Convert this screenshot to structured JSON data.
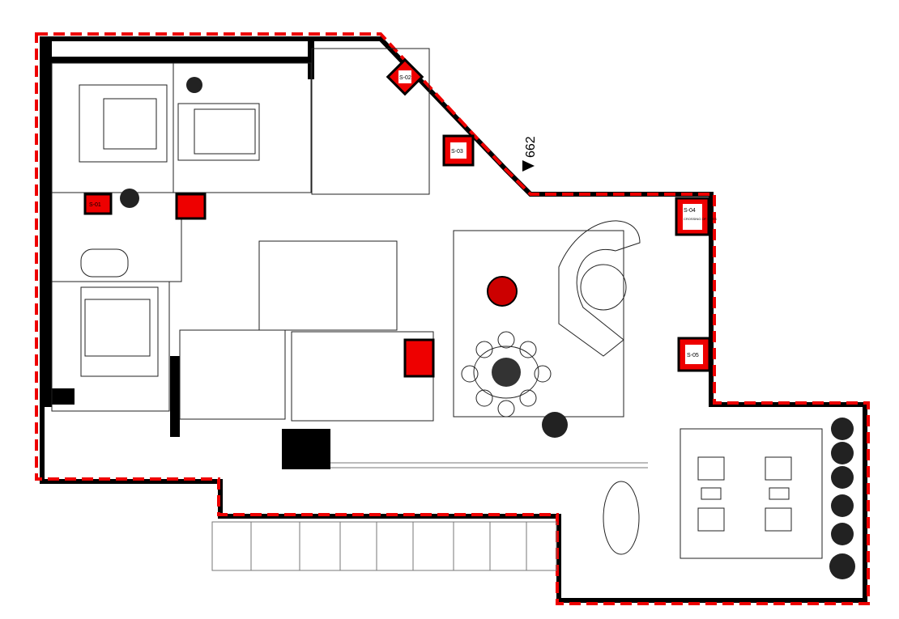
{
  "plan": {
    "level_marker": "662",
    "shafts": [
      {
        "id": "S-01"
      },
      {
        "id": "S-02"
      },
      {
        "id": "S-03"
      },
      {
        "id": "S-04",
        "note": "CROSSING OF PIPES"
      },
      {
        "id": "S-05"
      }
    ],
    "colors": {
      "boundary": "#e00000",
      "walls": "#000000",
      "lines": "#222222"
    }
  }
}
